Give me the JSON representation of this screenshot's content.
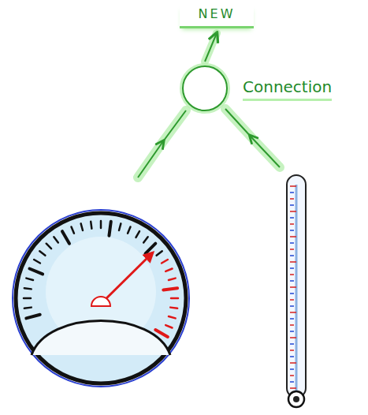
{
  "diagram": {
    "nodes": [
      {
        "text": [
          "NEW"
        ]
      },
      {
        "text": [
          "Connection"
        ]
      }
    ],
    "edges": [
      {
        "from": 1,
        "to": 0,
        "arrow": "to"
      }
    ]
  }
}
